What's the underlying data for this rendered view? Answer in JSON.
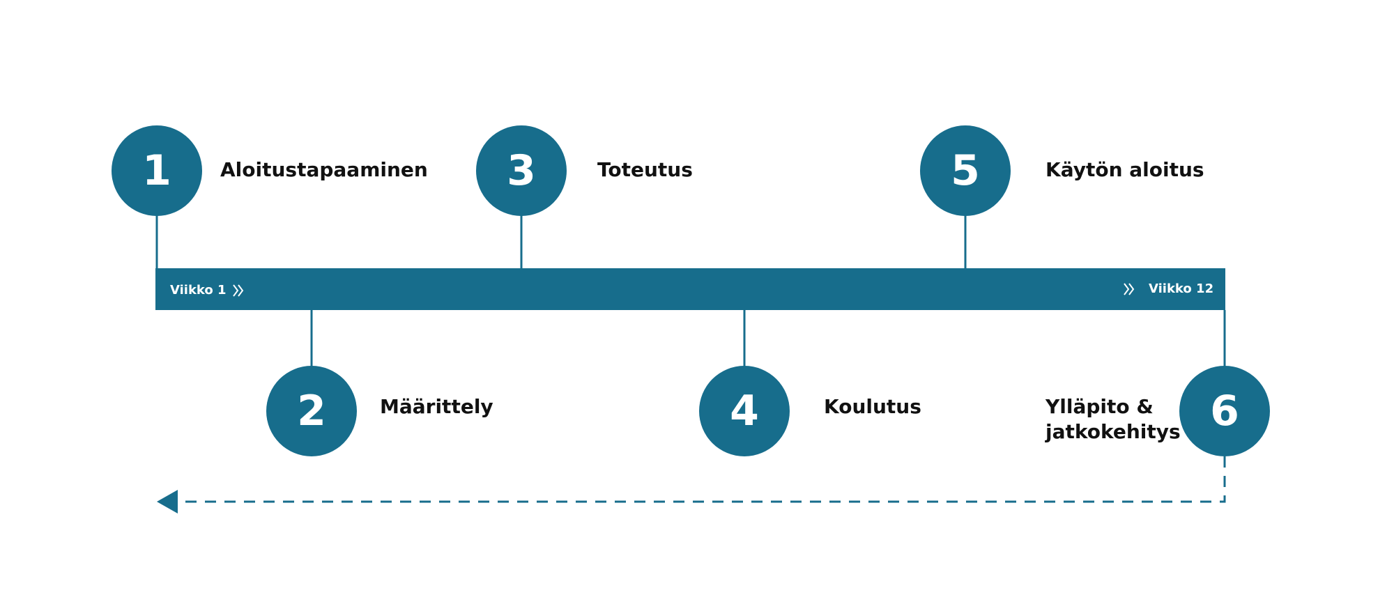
{
  "colors": {
    "primary": "#176d8c",
    "text": "#111111",
    "background": "#ffffff"
  },
  "timeline": {
    "start_label": "Viikko 1",
    "end_label": "Viikko 12"
  },
  "steps": [
    {
      "number": "1",
      "label": "Aloitustapaaminen"
    },
    {
      "number": "2",
      "label": "Määrittely"
    },
    {
      "number": "3",
      "label": "Toteutus"
    },
    {
      "number": "4",
      "label": "Koulutus"
    },
    {
      "number": "5",
      "label": "Käytön aloitus"
    },
    {
      "number": "6",
      "label_line1": "Ylläpito &",
      "label_line2": "jatkokehitys"
    }
  ]
}
